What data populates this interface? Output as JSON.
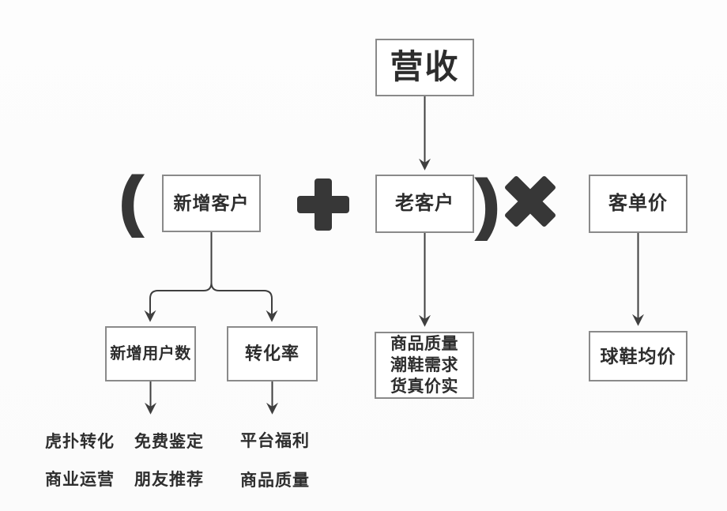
{
  "colors": {
    "background": "#fdfdfd",
    "box_border": "#8a8a8a",
    "box_fill": "#ffffff",
    "text": "#2d2d2d",
    "line": "#3f3f3f",
    "operator": "#373737"
  },
  "nodes": {
    "revenue": {
      "label": "营收"
    },
    "new_customers": {
      "label": "新增客户"
    },
    "old_customers": {
      "label": "老客户"
    },
    "customer_price": {
      "label": "客单价"
    },
    "new_user_count": {
      "label": "新增用户数"
    },
    "conversion_rate": {
      "label": "转化率"
    },
    "repeat_purchase_drivers": {
      "lines": [
        "商品质量",
        "潮鞋需求",
        "货真价实"
      ]
    },
    "avg_sneaker_price": {
      "label": "球鞋均价"
    }
  },
  "operators": {
    "open_paren": "(",
    "plus": "+",
    "close_paren": ")",
    "multiply": "×"
  },
  "bottom_labels": {
    "hupu_conversion": "虎扑转化",
    "free_authentication": "免费鉴定",
    "platform_benefit": "平台福利",
    "business_operation": "商业运营",
    "friend_referral": "朋友推荐",
    "product_quality": "商品质量"
  }
}
